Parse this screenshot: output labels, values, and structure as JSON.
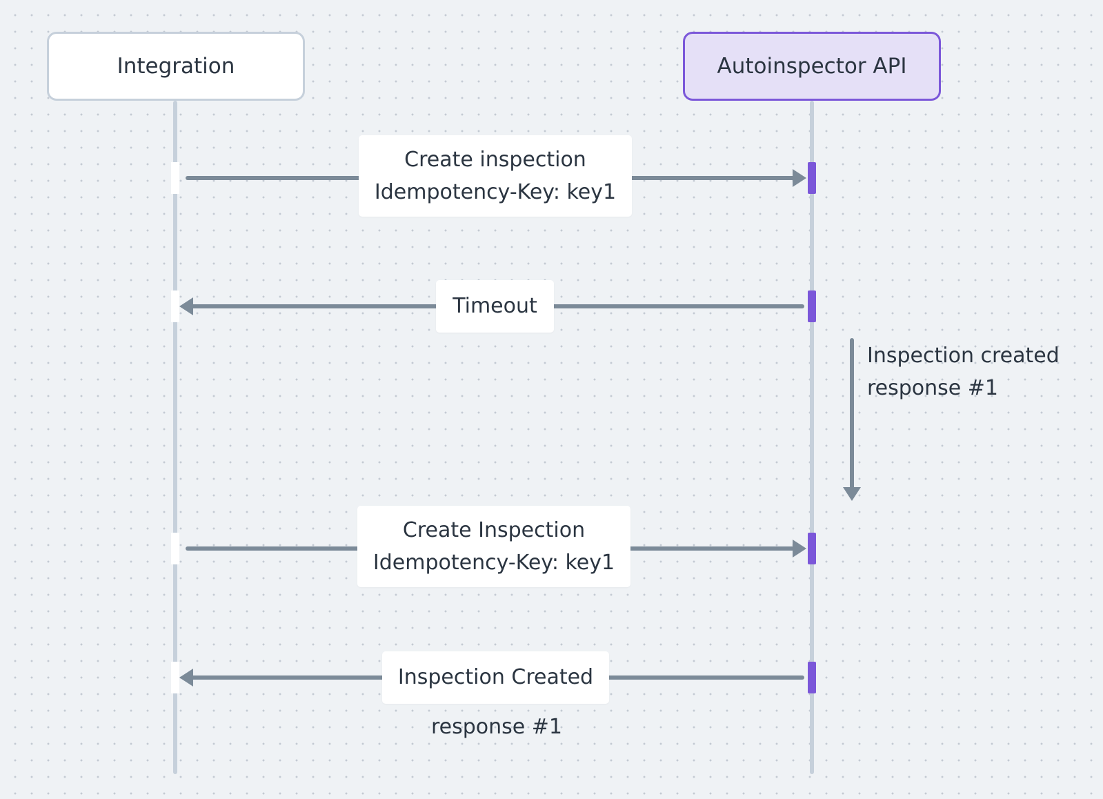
{
  "participants": {
    "left": "Integration",
    "right": "Autoinspector API"
  },
  "messages": [
    {
      "lines": [
        "Create inspection",
        "Idempotency-Key: key1"
      ],
      "direction": "right"
    },
    {
      "lines": [
        "Timeout"
      ],
      "direction": "left"
    },
    {
      "lines": [
        "Create Inspection",
        "Idempotency-Key: key1"
      ],
      "direction": "right"
    },
    {
      "lines": [
        "Inspection Created"
      ],
      "direction": "left"
    }
  ],
  "side_note": {
    "lines": [
      "Inspection created",
      "response #1"
    ]
  },
  "bottom_note": "response #1",
  "colors": {
    "accent": "#7b57d9",
    "accent_fill": "#e5e0f7",
    "arrow": "#7b8a98",
    "lifeline": "#c6d0db",
    "background": "#eff2f5"
  }
}
